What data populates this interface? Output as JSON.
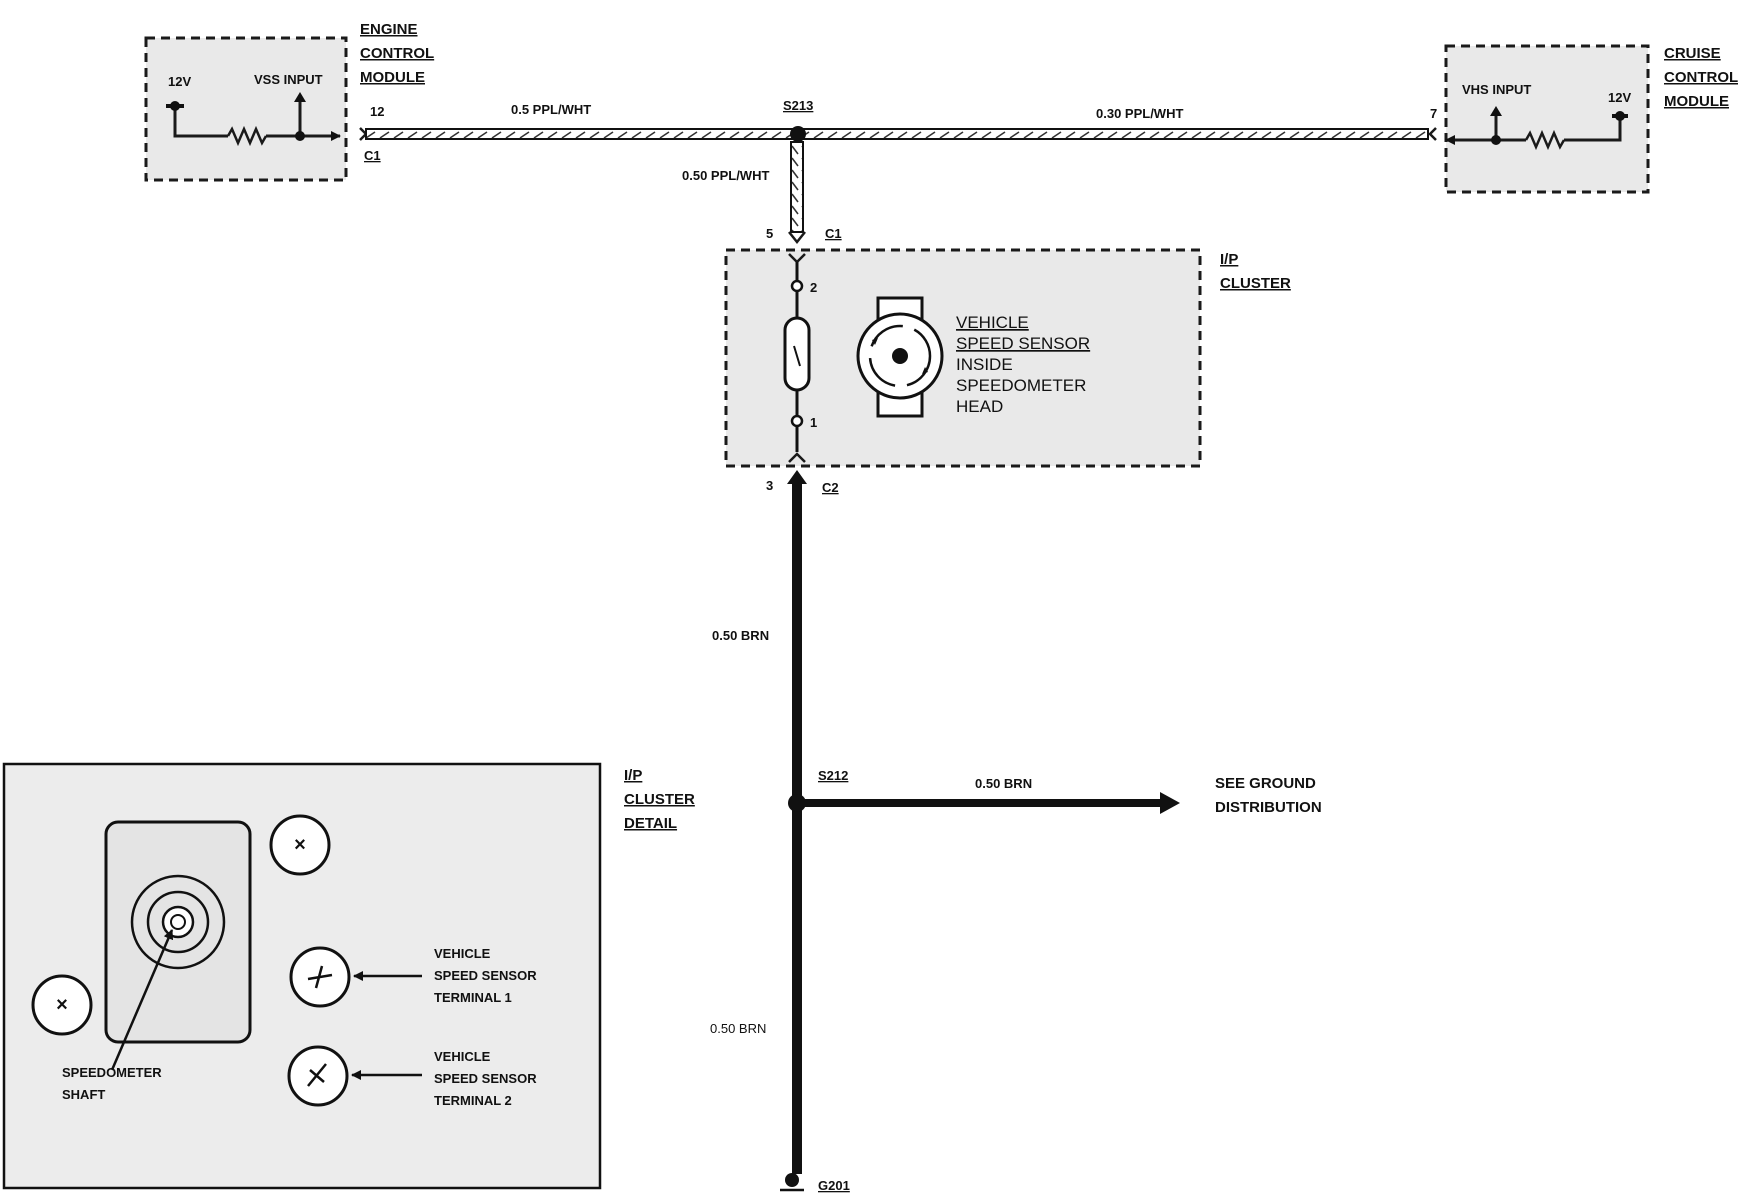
{
  "engine_module": {
    "title_lines": [
      "ENGINE",
      "CONTROL",
      "MODULE"
    ],
    "v12_label": "12V",
    "vss_label": "VSS INPUT",
    "pin": "12",
    "connector": "C1"
  },
  "cruise_module": {
    "title_lines": [
      "CRUISE",
      "CONTROL",
      "MODULE"
    ],
    "vhs_label": "VHS INPUT",
    "v12_label": "12V",
    "pin": "7"
  },
  "wires": {
    "ecm_to_splice": "0.5 PPL/WHT",
    "splice_to_ccm": "0.30 PPL/WHT",
    "splice_to_cluster": "0.50 PPL/WHT",
    "cluster_to_s212": "0.50 BRN",
    "s212_to_ground_dist": "0.50 BRN",
    "s212_to_g201": "0.50 BRN"
  },
  "splices": {
    "top": "S213",
    "bottom": "S212"
  },
  "ip_cluster": {
    "title_lines": [
      "I/P",
      "CLUSTER"
    ],
    "c1_pin": "5",
    "c1_label": "C1",
    "c2_pin": "3",
    "c2_label": "C2",
    "terminal_2": "2",
    "terminal_1": "1",
    "sensor_desc_underlined": [
      "VEHICLE",
      "SPEED SENSOR"
    ],
    "sensor_desc_plain": [
      "INSIDE",
      "SPEEDOMETER",
      "HEAD"
    ]
  },
  "ground_dist": [
    "SEE GROUND",
    "DISTRIBUTION"
  ],
  "ground": "G201",
  "detail": {
    "title_lines": [
      "I/P",
      "CLUSTER",
      "DETAIL"
    ],
    "shaft_label": [
      "SPEEDOMETER",
      "SHAFT"
    ],
    "terminal1_label": [
      "VEHICLE",
      "SPEED SENSOR",
      "TERMINAL 1"
    ],
    "terminal2_label": [
      "VEHICLE",
      "SPEED SENSOR",
      "TERMINAL 2"
    ]
  }
}
